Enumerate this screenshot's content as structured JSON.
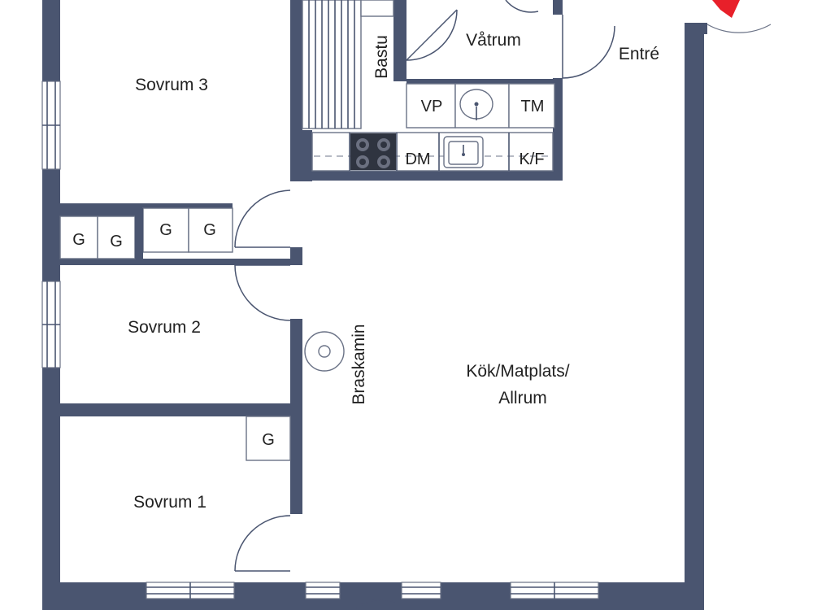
{
  "plan": {
    "rooms": {
      "sovrum3": "Sovrum 3",
      "sovrum2": "Sovrum 2",
      "sovrum1": "Sovrum 1",
      "bastu": "Bastu",
      "vatrum": "Våtrum",
      "entre": "Entré",
      "kok_line1": "Kök/Matplats/",
      "kok_line2": "Allrum",
      "braskamin": "Braskamin"
    },
    "fixtures": {
      "vp": "VP",
      "tm": "TM",
      "dm": "DM",
      "kf": "K/F",
      "g1": "G",
      "g2": "G",
      "g3": "G",
      "g4": "G",
      "g5": "G"
    },
    "colors": {
      "wall": "#4a5570",
      "compass": "#e8202a"
    },
    "icons": [
      "compass-arrow-icon",
      "stove-icon",
      "sink-icon",
      "washbasin-icon",
      "fireplace-icon"
    ]
  }
}
